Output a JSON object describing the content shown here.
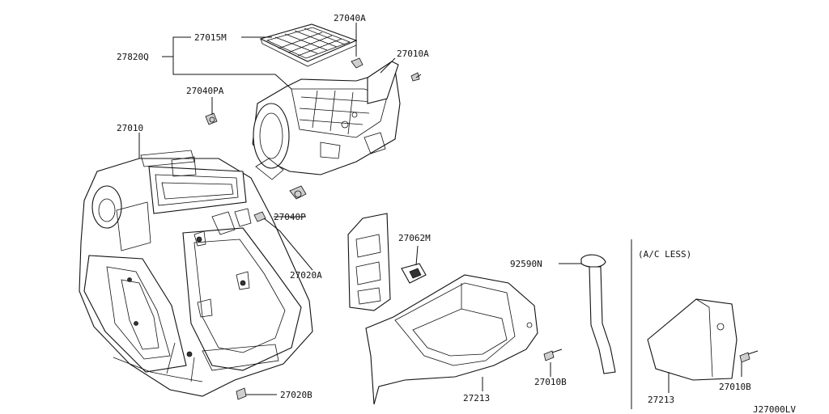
{
  "labels": {
    "p27040a": "27040A",
    "p27015m": "27015M",
    "p27820q": "27820Q",
    "p27010a": "27010A",
    "p27040pa": "27040PA",
    "p27010": "27010",
    "p27040p": "27040P",
    "p27020a": "27020A",
    "p27062m": "27062M",
    "p92590n": "92590N",
    "ac_less": "(A/C LESS)",
    "p27213_a": "27213",
    "p27010b_a": "27010B",
    "p27020b": "27020B",
    "p27213_b": "27213",
    "p27010b_b": "27010B",
    "diagram_code": "J27000LV"
  }
}
